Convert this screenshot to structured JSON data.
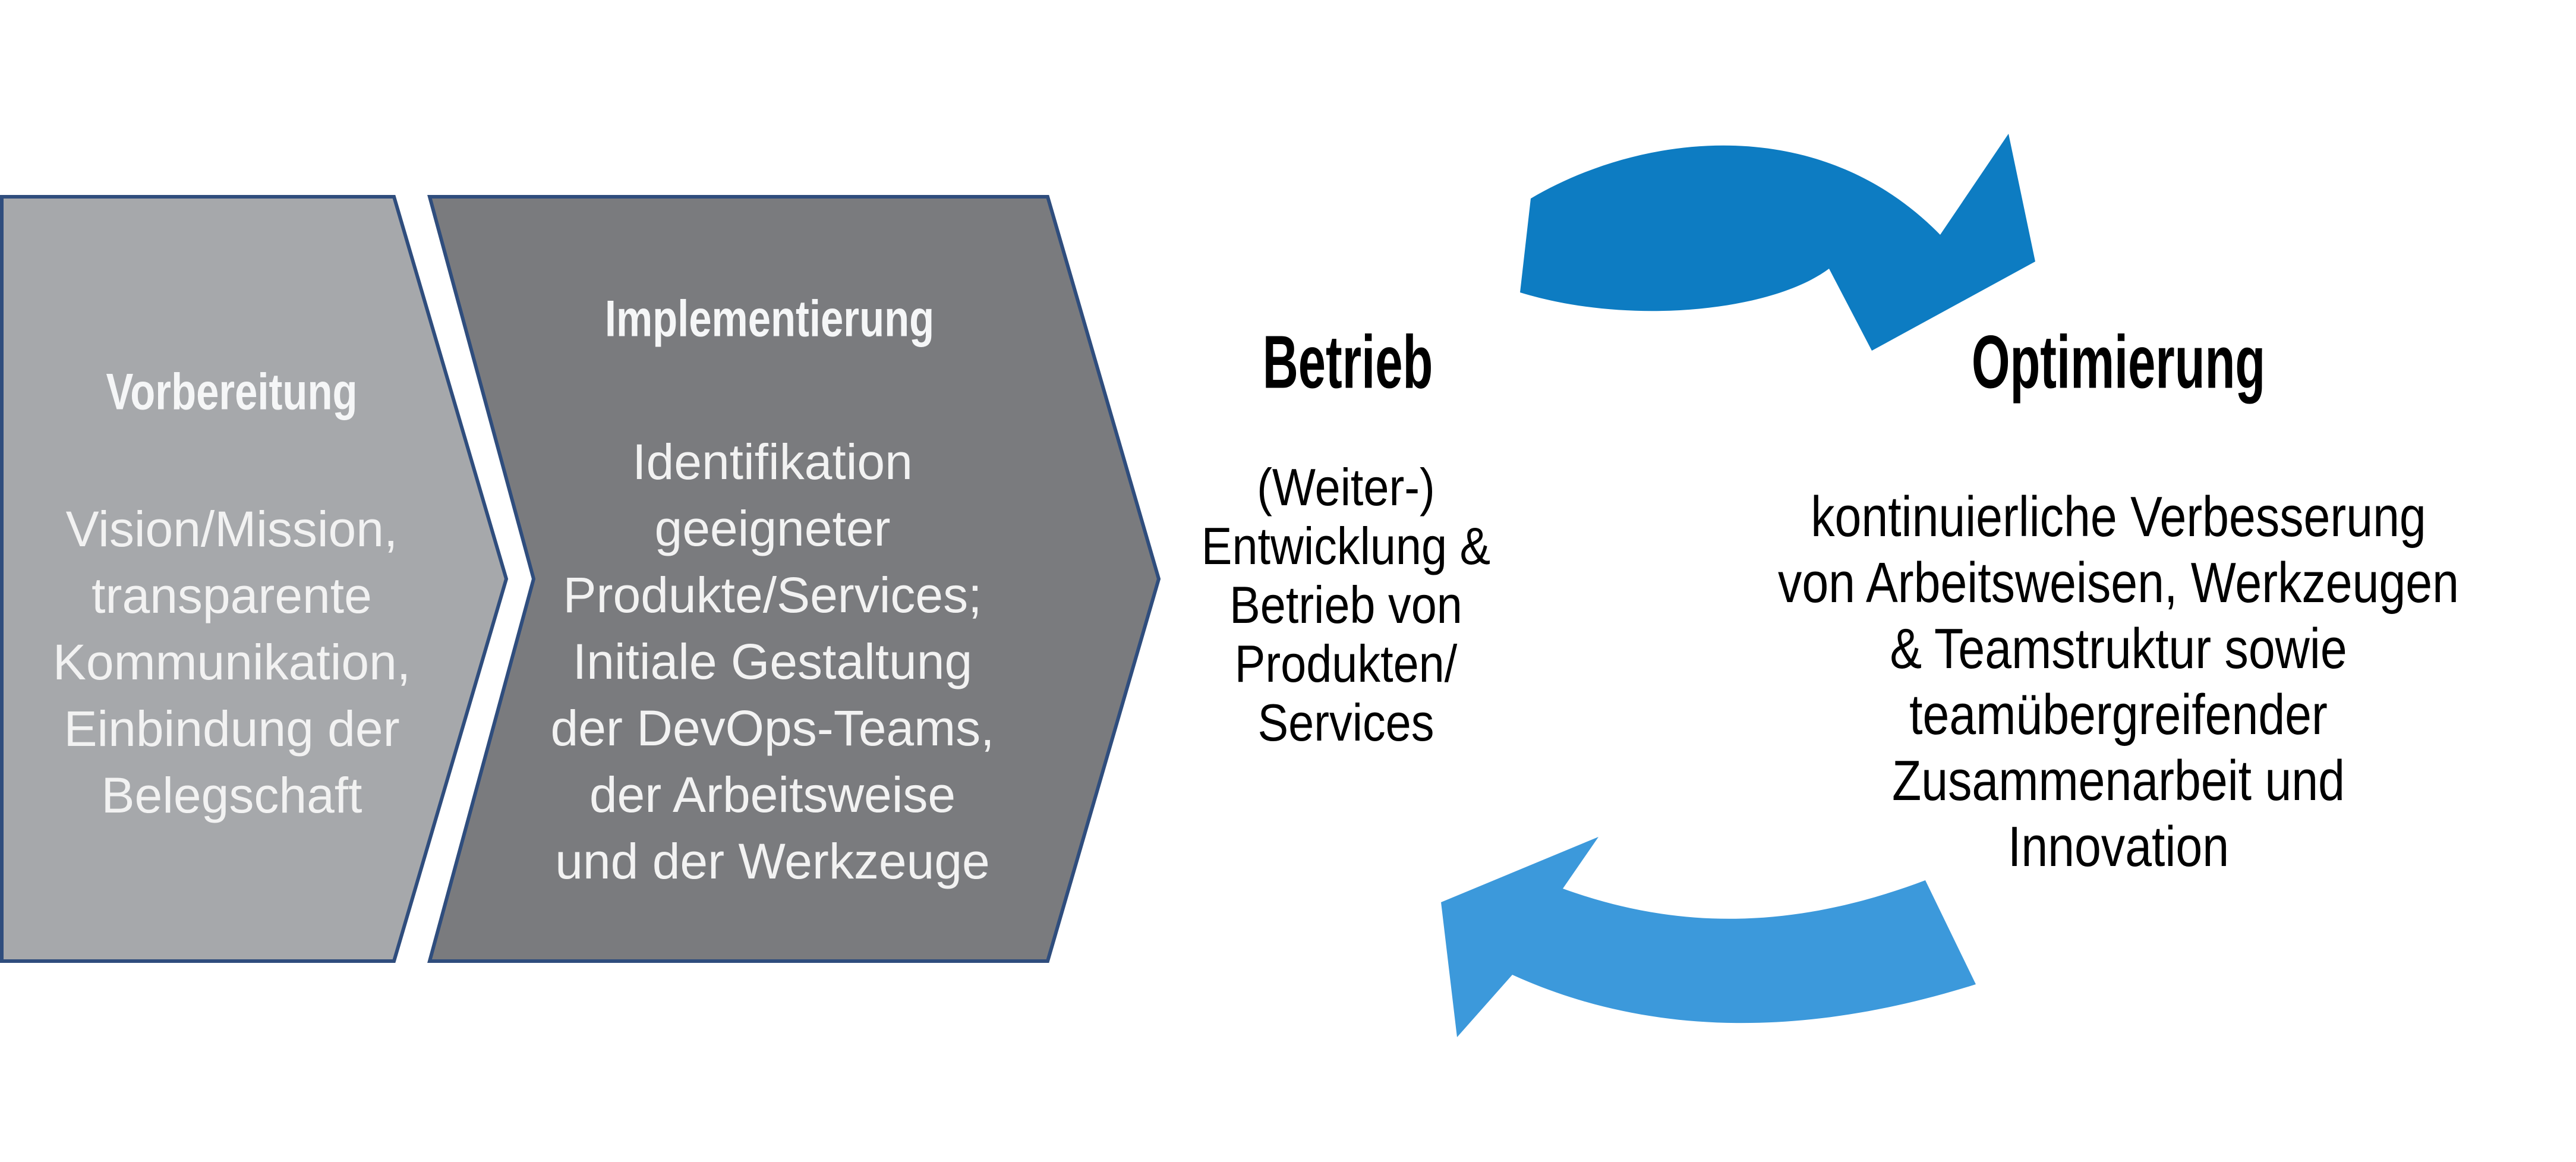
{
  "diagram": {
    "title_hint": "DevOps Einfuehrung Phasen",
    "stages": [
      {
        "id": "vorbereitung",
        "title": "Vorbereitung",
        "body": "Vision/Mission,\ntransparente\nKommunikation,\nEinbindung der\nBelegschaft"
      },
      {
        "id": "implementierung",
        "title": "Implementierung",
        "body": "Identifikation\ngeeigneter\nProdukte/Services;\nInitiale Gestaltung\nder DevOps-Teams,\nder Arbeitsweise\nund der Werkzeuge"
      },
      {
        "id": "betrieb",
        "title": "Betrieb",
        "body": "(Weiter-)\nEntwicklung &\nBetrieb von\nProdukten/\nServices"
      },
      {
        "id": "optimierung",
        "title": "Optimierung",
        "body": "kontinuierliche Verbesserung\nvon Arbeitsweisen, Werkzeugen\n& Teamstruktur sowie\nteamübergreifender\nZusammenarbeit und\nInnovation"
      }
    ],
    "colors": {
      "background": "#ffffff",
      "stage1_fill": "#a6a8ab",
      "stage2_fill": "#7a7b7e",
      "chevron_border": "#2f4d7d",
      "chevron_text": "#f2f2f2",
      "mid_text": "#000000",
      "arrow_top_fill": "#0d7cc2",
      "arrow_bottom_fill": "#3c99db"
    }
  }
}
